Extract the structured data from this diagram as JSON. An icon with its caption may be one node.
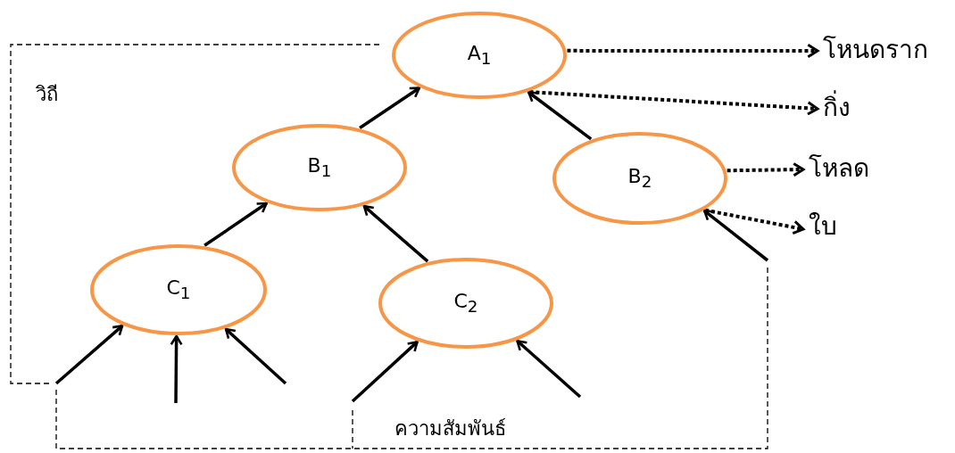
{
  "diagram": {
    "nodes": [
      {
        "text": [
          "A$_{1}$"
        ]
      },
      {
        "text": [
          "B$_{1}$"
        ]
      },
      {
        "text": [
          "B$_{2}$"
        ]
      },
      {
        "text": [
          "C$_{1}$"
        ]
      },
      {
        "text": [
          "C$_{2}$"
        ]
      },
      {
        "text": [
          "โหนดราก"
        ]
      },
      {
        "text": [
          "กิ่ง"
        ]
      },
      {
        "text": [
          "โหลด"
        ]
      },
      {
        "text": [
          "ใบ"
        ]
      }
    ],
    "edges": [
      {
        "from": 1,
        "to": 0,
        "arrow": "to"
      },
      {
        "from": 2,
        "to": 0,
        "arrow": "to"
      },
      {
        "from": 3,
        "to": 1,
        "arrow": "to"
      },
      {
        "from": 4,
        "to": 1,
        "arrow": "to"
      },
      {
        "from": null,
        "to": 3,
        "arrow": "to"
      },
      {
        "from": null,
        "to": 3,
        "arrow": "to"
      },
      {
        "from": null,
        "to": 3,
        "arrow": "to"
      },
      {
        "from": null,
        "to": 4,
        "arrow": "to"
      },
      {
        "from": null,
        "to": 4,
        "arrow": "to"
      },
      {
        "from": null,
        "to": 2,
        "arrow": "to"
      },
      {
        "from": 0,
        "to": 5,
        "arrow": "to",
        "style": "dashed"
      },
      {
        "from": 0,
        "to": 6,
        "arrow": "to",
        "style": "dashed"
      },
      {
        "from": 2,
        "to": 7,
        "arrow": "to",
        "style": "dashed"
      },
      {
        "from": 2,
        "to": 8,
        "arrow": "to",
        "style": "dashed"
      }
    ],
    "labels": [
      "วิถี",
      "ความสัมพันธ์"
    ]
  }
}
